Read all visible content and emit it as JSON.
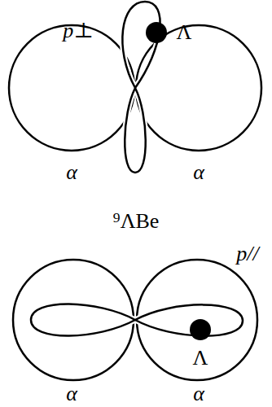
{
  "diagram": {
    "labels": [
      "p⊥",
      "Λ",
      "α",
      "α",
      "⁹ΛBe",
      "α",
      "α",
      "p//",
      "Λ"
    ]
  }
}
